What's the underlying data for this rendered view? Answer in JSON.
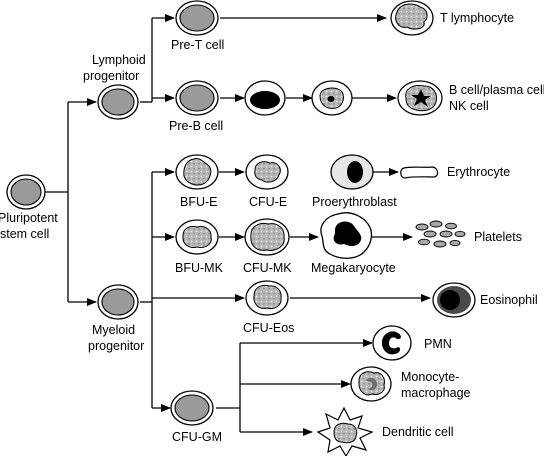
{
  "labels": {
    "pluripotent_1": "Pluripotent",
    "pluripotent_2": "stem cell",
    "lymphoid_1": "Lymphoid",
    "lymphoid_2": "progenitor",
    "myeloid_1": "Myeloid",
    "myeloid_2": "progenitor",
    "pre_t": "Pre-T cell",
    "t_lymphocyte": "T lymphocyte",
    "pre_b": "Pre-B cell",
    "b_cell_1": "B cell/plasma cell",
    "nk_cell": "NK cell",
    "bfu_e": "BFU-E",
    "cfu_e": "CFU-E",
    "proerythroblast": "Proerythroblast",
    "erythrocyte": "Erythrocyte",
    "bfu_mk": "BFU-MK",
    "cfu_mk": "CFU-MK",
    "megakaryocyte": "Megakaryocyte",
    "platelets": "Platelets",
    "cfu_eos": "CFU-Eos",
    "eosinophil": "Eosinophil",
    "cfu_gm": "CFU-GM",
    "pmn": "PMN",
    "monocyte_1": "Monocyte-",
    "monocyte_2": "macrophage",
    "dendritic": "Dendritic cell"
  },
  "colors": {
    "stroke": "#000000",
    "cell_gray": "#9a9a9a",
    "granule": "#c8c8c8",
    "nucleus": "#000000"
  }
}
